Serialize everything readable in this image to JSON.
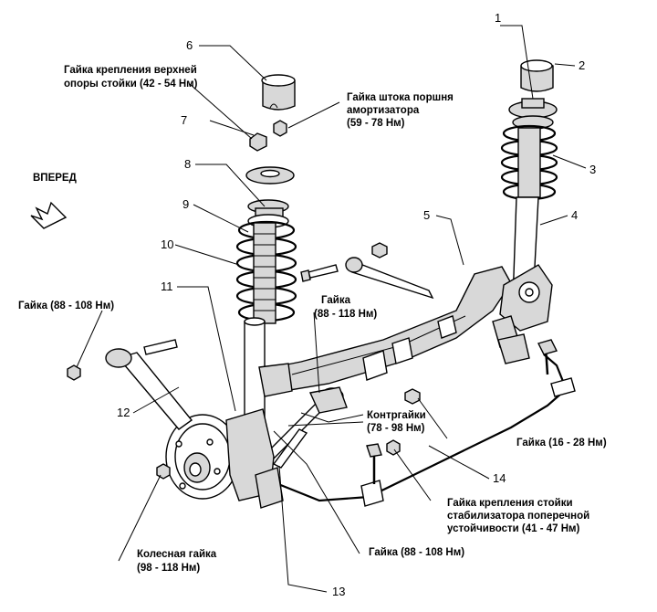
{
  "title": "",
  "callouts": [
    "1",
    "2",
    "3",
    "4",
    "5",
    "6",
    "7",
    "8",
    "9",
    "10",
    "11",
    "12",
    "13",
    "14"
  ],
  "labels": {
    "forward": "ВПЕРЕД",
    "upper_mount_nut_1": "Гайка крепления верхней",
    "upper_mount_nut_2": "опоры стойки (42 - 54 Нм)",
    "piston_rod_nut_1": "Гайка штока поршня",
    "piston_rod_nut_2": "амортизатора",
    "piston_rod_nut_3": "(59 - 78 Нм)",
    "nut_88_108_left": "Гайка (88 - 108 Нм)",
    "nut_88_118_1": "Гайка",
    "nut_88_118_2": "(88 - 118 Нм)",
    "locknuts_1": "Контргайки",
    "locknuts_2": "(78 - 98 Нм)",
    "nut_16_28": "Гайка (16 - 28 Нм)",
    "stab_link_nut_1": "Гайка крепления стойки",
    "stab_link_nut_2": "стабилизатора поперечной",
    "stab_link_nut_3": "устойчивости (41 - 47 Нм)",
    "wheel_nut_1": "Колесная гайка",
    "wheel_nut_2": "(98 - 118 Нм)",
    "nut_88_108_bottom": "Гайка (88 - 108 Нм)"
  }
}
